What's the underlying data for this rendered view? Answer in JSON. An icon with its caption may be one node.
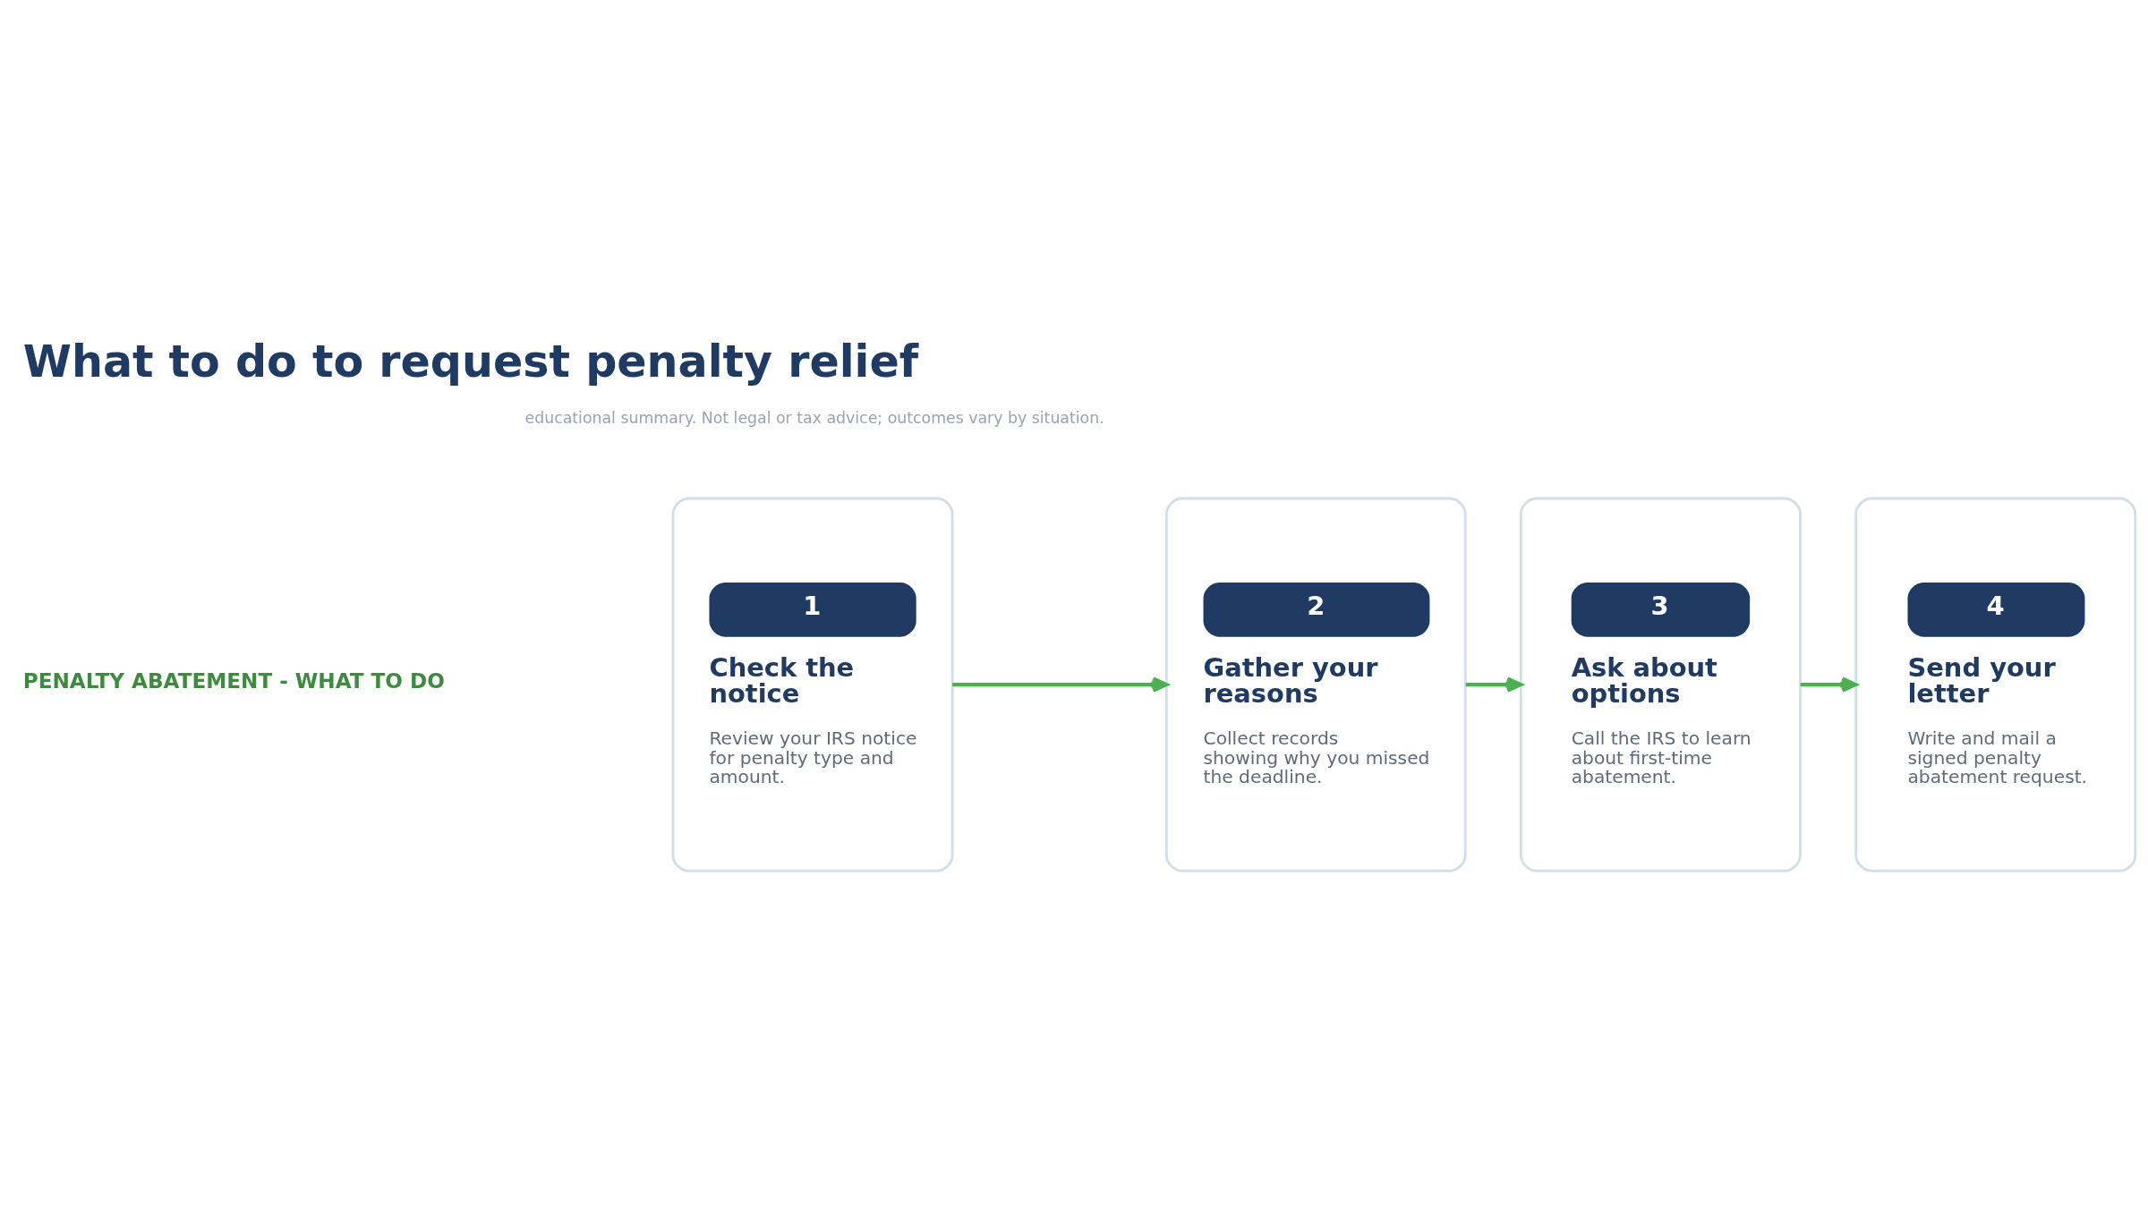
{
  "diagram": {
    "title": "What to do to request penalty relief",
    "nodes": [
      {
        "text": [
          "1",
          "Check the notice",
          "Review your IRS notice for penalty type and amount."
        ]
      },
      {
        "text": [
          "2",
          "Gather your reasons",
          "Collect records showing why you missed the deadline."
        ]
      },
      {
        "text": [
          "3",
          "Ask about options",
          "Call the IRS to learn about first-time abatement."
        ]
      },
      {
        "text": [
          "4",
          "Send your letter",
          "Write and mail a signed penalty abatement request."
        ]
      }
    ],
    "edges": [
      {
        "from": 0,
        "to": 1,
        "arrow": "to"
      },
      {
        "from": 1,
        "to": 2,
        "arrow": "to"
      },
      {
        "from": 2,
        "to": 3,
        "arrow": "to"
      }
    ],
    "labels": [
      "PENALTY ABATEMENT - WHAT TO DO",
      "educational summary. Not legal or tax advice; outcomes vary by situation."
    ]
  }
}
